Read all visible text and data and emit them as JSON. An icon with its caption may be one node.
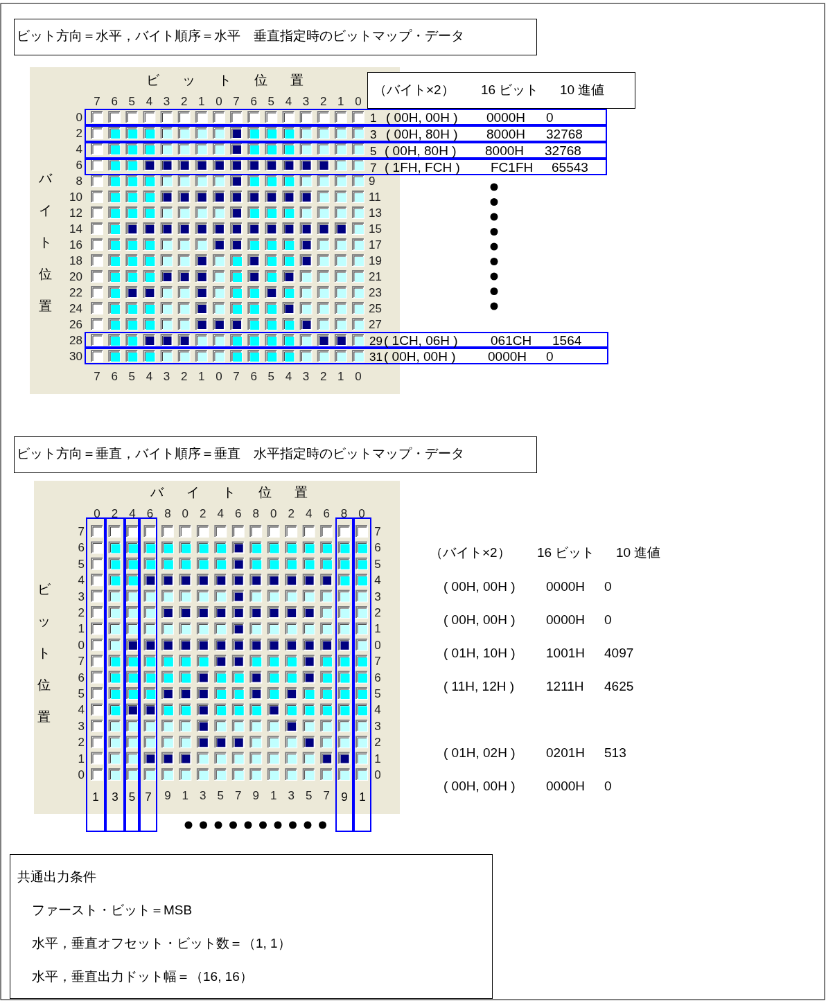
{
  "diagram": {
    "nodes": [
      {
        "text": [
          "ビット方向＝水平，バイト順序＝水平　垂直指定時のビットマップ・データ"
        ]
      },
      {
        "text": [
          "ビット位置",
          "バイト位置"
        ]
      },
      {
        "text": [
          "（バイト×2）",
          "16 ビット",
          "10 進値"
        ]
      },
      {
        "text": [
          "1",
          "( 00H, 00H )",
          "0000H",
          "0"
        ]
      },
      {
        "text": [
          "3",
          "( 00H, 80H )",
          "8000H",
          "32768"
        ]
      },
      {
        "text": [
          "5",
          "( 00H, 80H )",
          "8000H",
          "32768"
        ]
      },
      {
        "text": [
          "7",
          "( 1FH, FCH )",
          "FC1FH",
          "65543"
        ]
      },
      {
        "text": [
          "29",
          "( 1CH, 06H )",
          "061CH",
          "1564"
        ]
      },
      {
        "text": [
          "31",
          "( 00H, 00H )",
          "0000H",
          "0"
        ]
      },
      {
        "text": [
          "ビット方向＝垂直，バイト順序＝垂直　水平指定時のビットマップ・データ"
        ]
      },
      {
        "text": [
          "バイト位置",
          "ビット位置"
        ]
      },
      {
        "text": [
          "1"
        ]
      },
      {
        "text": [
          "3"
        ]
      },
      {
        "text": [
          "5"
        ]
      },
      {
        "text": [
          "7"
        ]
      },
      {
        "text": [
          "9"
        ]
      },
      {
        "text": [
          "1"
        ]
      },
      {
        "text": [
          "共通出力条件",
          "ファースト・ビット＝MSB",
          "水平，垂直オフセット・ビット数＝（1, 1）",
          "水平，垂直出力ドット幅＝（16, 16）"
        ]
      }
    ],
    "labels": [
      "7",
      "6",
      "5",
      "4",
      "3",
      "2",
      "1",
      "0",
      "7",
      "6",
      "5",
      "4",
      "3",
      "2",
      "1",
      "0",
      "0",
      "2",
      "4",
      "6",
      "8",
      "10",
      "12",
      "14",
      "16",
      "18",
      "20",
      "22",
      "24",
      "26",
      "28",
      "30",
      "9",
      "11",
      "13",
      "15",
      "17",
      "19",
      "21",
      "23",
      "25",
      "27",
      "7",
      "6",
      "5",
      "4",
      "3",
      "2",
      "1",
      "0",
      "7",
      "6",
      "5",
      "4",
      "3",
      "2",
      "1",
      "0",
      "0",
      "2",
      "4",
      "6",
      "8",
      "0",
      "2",
      "4",
      "6",
      "8",
      "0",
      "2",
      "4",
      "6",
      "8",
      "0",
      "7",
      "6",
      "5",
      "4",
      "3",
      "2",
      "1",
      "0",
      "7",
      "6",
      "5",
      "4",
      "3",
      "2",
      "1",
      "0",
      "7",
      "6",
      "5",
      "4",
      "3",
      "2",
      "1",
      "0",
      "7",
      "6",
      "5",
      "4",
      "3",
      "2",
      "1",
      "0",
      "9",
      "1",
      "3",
      "5",
      "7",
      "9",
      "1",
      "3",
      "5",
      "7",
      "（バイト×2）",
      "16 ビット",
      "10 進値",
      "( 00H, 00H )",
      "0000H",
      "0",
      "( 00H, 00H )",
      "0000H",
      "0",
      "( 01H, 10H )",
      "1001H",
      "4097",
      "( 11H, 12H )",
      "1211H",
      "4625",
      "( 01H, 02H )",
      "0201H",
      "513",
      "( 00H, 00H )",
      "0000H",
      "0"
    ]
  }
}
